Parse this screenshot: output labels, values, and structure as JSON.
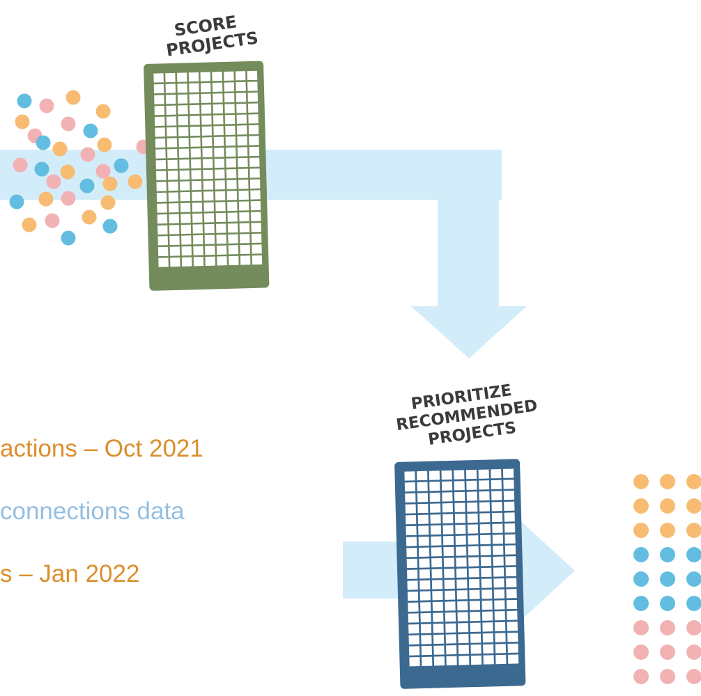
{
  "labels": {
    "score_projects": [
      "SCORE",
      "PROJECTS"
    ],
    "prioritize_projects": [
      "PRIORITIZE",
      "RECOMMENDED",
      "PROJECTS"
    ]
  },
  "text_lines": [
    " actions – Oct 2021",
    "connections data",
    "s – Jan 2022"
  ],
  "colors": {
    "background": "#ffffff",
    "flow_arrow": "#d3ecfa",
    "score_grid": "#748c5b",
    "prioritize_grid": "#3c6990",
    "dot_orange": "#f7bc72",
    "dot_pink": "#f2b2b4",
    "dot_blue": "#62bde0",
    "title_text": "#3b3b3b",
    "line_orange": "#dc8e2c",
    "line_blue": "#95bfe2"
  },
  "icons": [
    "score-grid-icon",
    "prioritize-grid-icon",
    "flow-arrow-icon",
    "exit-arrow-icon",
    "scattered-dots-icon",
    "sorted-dots-icon"
  ]
}
